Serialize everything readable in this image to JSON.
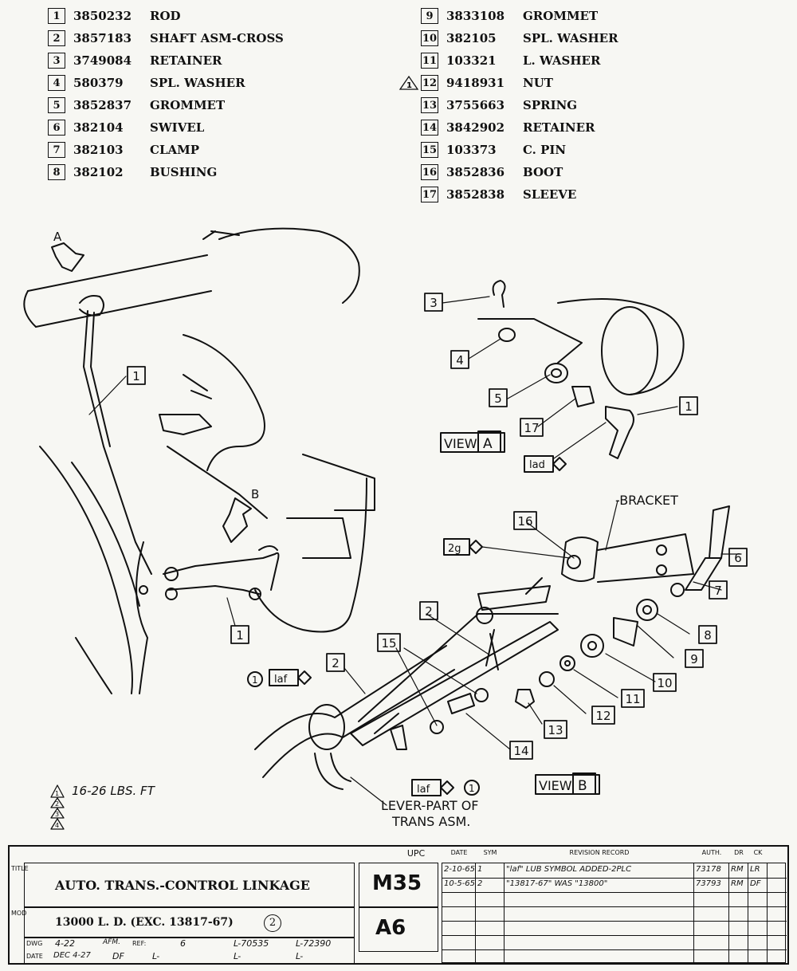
{
  "parts_left": [
    {
      "num": "1",
      "part": "3850232",
      "name": "ROD"
    },
    {
      "num": "2",
      "part": "3857183",
      "name": "SHAFT ASM-CROSS"
    },
    {
      "num": "3",
      "part": "3749084",
      "name": "RETAINER"
    },
    {
      "num": "4",
      "part": "580379",
      "name": "SPL. WASHER"
    },
    {
      "num": "5",
      "part": "3852837",
      "name": "GROMMET"
    },
    {
      "num": "6",
      "part": "382104",
      "name": "SWIVEL"
    },
    {
      "num": "7",
      "part": "382103",
      "name": "CLAMP"
    },
    {
      "num": "8",
      "part": "382102",
      "name": "BUSHING"
    }
  ],
  "parts_right": [
    {
      "num": "9",
      "part": "3833108",
      "name": "GROMMET",
      "warn": ""
    },
    {
      "num": "10",
      "part": "382105",
      "name": "SPL. WASHER",
      "warn": ""
    },
    {
      "num": "11",
      "part": "103321",
      "name": "L. WASHER",
      "warn": ""
    },
    {
      "num": "12",
      "part": "9418931",
      "name": "NUT",
      "warn": "1"
    },
    {
      "num": "13",
      "part": "3755663",
      "name": "SPRING",
      "warn": ""
    },
    {
      "num": "14",
      "part": "3842902",
      "name": "RETAINER",
      "warn": ""
    },
    {
      "num": "15",
      "part": "103373",
      "name": "C. PIN",
      "warn": ""
    },
    {
      "num": "16",
      "part": "3852836",
      "name": "BOOT",
      "warn": ""
    },
    {
      "num": "17",
      "part": "3852838",
      "name": "SLEEVE",
      "warn": ""
    }
  ],
  "callouts": {
    "view_a": "VIEW",
    "view_a_letter": "A",
    "view_b": "VIEW",
    "view_b_letter": "B",
    "arrow_a": "A",
    "arrow_b": "B",
    "bracket": "-BRACKET",
    "lever1": "LEVER-PART OF",
    "lever2": "TRANS ASM.",
    "lub_lad": "lad",
    "lub_2g": "2g",
    "lub_laf": "laf",
    "circle_1": "1",
    "labels": [
      "1",
      "3",
      "4",
      "5",
      "17",
      "1",
      "16",
      "6",
      "7",
      "8",
      "9",
      "10",
      "11",
      "12",
      "13",
      "14",
      "15",
      "2",
      "2",
      "1"
    ]
  },
  "torque": {
    "note": "16-26 LBS. FT",
    "tri": [
      "1",
      "2",
      "3",
      "4"
    ]
  },
  "title_block": {
    "upc_label": "UPC",
    "date_h": "DATE",
    "sym_h": "SYM",
    "rev_h": "REVISION RECORD",
    "auth_h": "AUTH.",
    "dr_h": "DR",
    "ck_h": "CK",
    "title_side": "TITLE",
    "mod_side": "MOD",
    "title": "AUTO. TRANS.-CONTROL LINKAGE",
    "mod": "13000 L. D. (EXC. 13817-67)",
    "mod_circle": "2",
    "upc_code": "M35",
    "sheet_code": "A6",
    "dwg_label": "DWG",
    "dwg_val": "4-22",
    "afm": "AFM.",
    "ref": "REF:",
    "ref_val": "6",
    "ref1": "L-70535",
    "ref2": "L-72390",
    "date_label": "DATE",
    "date_val": "DEC 4-27",
    "date_init": "DF",
    "l1": "L-",
    "l2": "L-",
    "l3": "L-",
    "revisions": [
      {
        "date": "2-10-65",
        "sym": "1",
        "rec": "\"laf\" LUB SYMBOL ADDED-2PLC",
        "auth": "73178",
        "dr": "RM",
        "ck": "LR"
      },
      {
        "date": "10-5-65",
        "sym": "2",
        "rec": "\"13817-67\" WAS \"13800\"",
        "auth": "73793",
        "dr": "RM",
        "ck": "DF"
      }
    ]
  }
}
